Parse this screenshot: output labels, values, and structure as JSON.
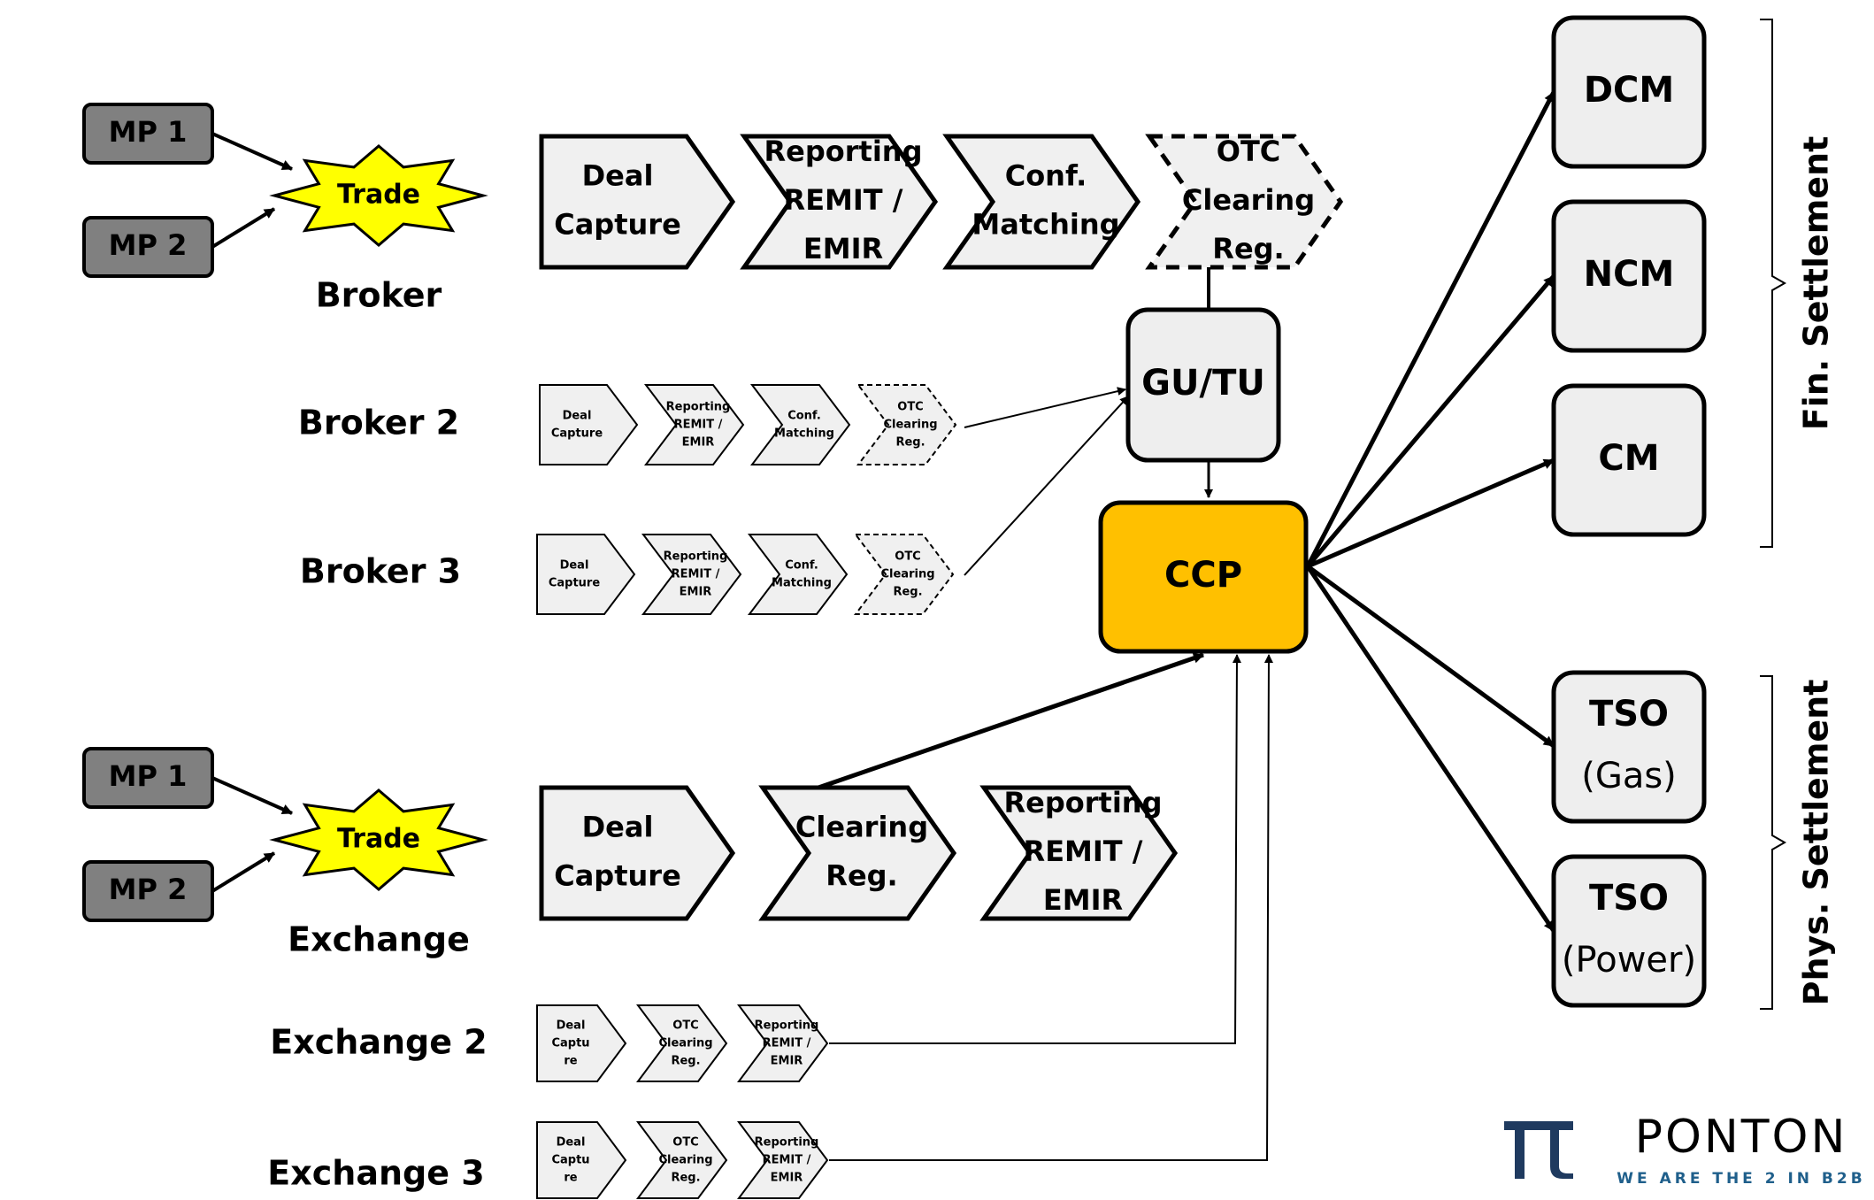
{
  "top_trade": {
    "mp1": "MP 1",
    "mp2": "MP 2",
    "trade": "Trade",
    "venue": "Broker",
    "chain": [
      {
        "lines": [
          "Deal",
          "Capture"
        ]
      },
      {
        "lines": [
          "Reporting",
          "REMIT /",
          "EMIR"
        ]
      },
      {
        "lines": [
          "Conf.",
          "Matching"
        ]
      },
      {
        "lines": [
          "OTC",
          "Clearing",
          "Reg."
        ]
      }
    ]
  },
  "broker2": {
    "label": "Broker 2",
    "chain": [
      {
        "lines": [
          "Deal",
          "Capture"
        ]
      },
      {
        "lines": [
          "Reporting",
          "REMIT /",
          "EMIR"
        ]
      },
      {
        "lines": [
          "Conf.",
          "Matching"
        ]
      },
      {
        "lines": [
          "OTC",
          "Clearing",
          "Reg."
        ]
      }
    ]
  },
  "broker3": {
    "label": "Broker 3",
    "chain": [
      {
        "lines": [
          "Deal",
          "Capture"
        ]
      },
      {
        "lines": [
          "Reporting",
          "REMIT /",
          "EMIR"
        ]
      },
      {
        "lines": [
          "Conf.",
          "Matching"
        ]
      },
      {
        "lines": [
          "OTC",
          "Clearing",
          "Reg."
        ]
      }
    ]
  },
  "bottom_trade": {
    "mp1": "MP 1",
    "mp2": "MP 2",
    "trade": "Trade",
    "venue": "Exchange",
    "chain": [
      {
        "lines": [
          "Deal",
          "Capture"
        ]
      },
      {
        "lines": [
          "Clearing",
          "Reg."
        ]
      },
      {
        "lines": [
          "Reporting",
          "REMIT /",
          "EMIR"
        ]
      }
    ]
  },
  "exchange2": {
    "label": "Exchange 2",
    "chain": [
      {
        "lines": [
          "Deal",
          "Captu",
          "re"
        ]
      },
      {
        "lines": [
          "OTC",
          "Clearing",
          "Reg."
        ]
      },
      {
        "lines": [
          "Reporting",
          "REMIT /",
          "EMIR"
        ]
      }
    ]
  },
  "exchange3": {
    "label": "Exchange 3",
    "chain": [
      {
        "lines": [
          "Deal",
          "Captu",
          "re"
        ]
      },
      {
        "lines": [
          "OTC",
          "Clearing",
          "Reg."
        ]
      },
      {
        "lines": [
          "Reporting",
          "REMIT /",
          "EMIR"
        ]
      }
    ]
  },
  "gutu": "GU/TU",
  "ccp": "CCP",
  "settlement_fin": {
    "label": "Fin. Settlement",
    "nodes": [
      {
        "lines": [
          "DCM"
        ]
      },
      {
        "lines": [
          "NCM"
        ]
      },
      {
        "lines": [
          "CM"
        ]
      }
    ]
  },
  "settlement_phys": {
    "label": "Phys. Settlement",
    "nodes": [
      {
        "lines": [
          "TSO",
          "(Gas)"
        ]
      },
      {
        "lines": [
          "TSO",
          "(Power)"
        ]
      }
    ]
  },
  "logo": {
    "name": "PONTON",
    "tagline": "WE ARE THE 2 IN B2B",
    "symbol": "π"
  },
  "colors": {
    "mp_fill": "#808080",
    "trade_fill": "#ffff00",
    "chevron_fill": "#f0f0f0",
    "node_fill": "#eeeeee",
    "ccp_fill": "#ffc000",
    "logo_blue": "#1f3a5f",
    "logo_tagline": "#1f5f8b"
  }
}
